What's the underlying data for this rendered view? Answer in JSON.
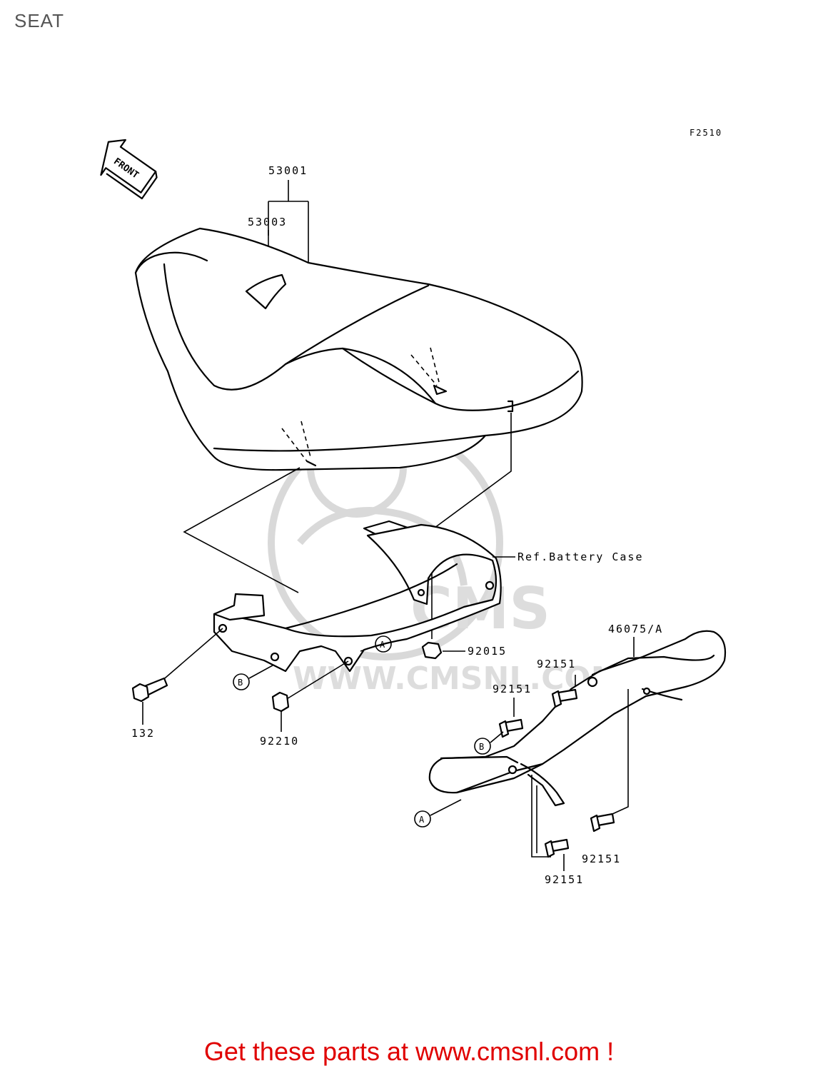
{
  "page": {
    "title": "SEAT"
  },
  "diagram": {
    "figure_code": "F2510",
    "front_arrow_label": "FRONT",
    "reference_label": "Ref.Battery Case",
    "ref_markers": {
      "a": "A",
      "b": "B"
    },
    "part_numbers": {
      "seat_assy": "53001",
      "seat_label": "53003",
      "bracket_rear_nut": "92015",
      "grab_rail": "46075/A",
      "bolt_upper_right": "92151",
      "bolt_upper_left": "92151",
      "bolt_lower_right": "92151",
      "bolt_lower_center": "92151",
      "bolt_front": "132",
      "nut_front": "92210"
    }
  },
  "watermark": {
    "text": "WWW.CMSNL.COM",
    "logo_text": "CMS"
  },
  "footer": {
    "text": "Get these parts at www.cmsnl.com !"
  }
}
